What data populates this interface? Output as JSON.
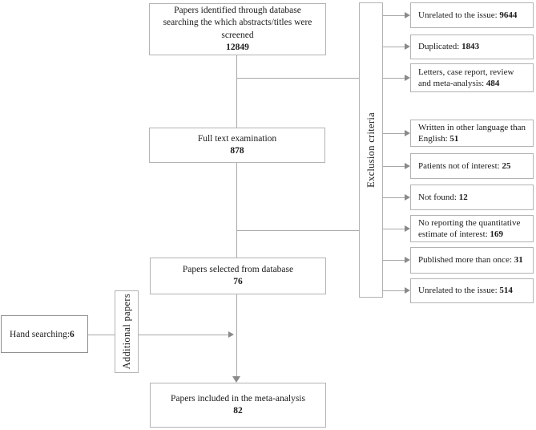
{
  "colors": {
    "bg": "#ffffff",
    "border": "#b3b3b3",
    "border_dark": "#8f8f8f",
    "line": "#a8a8a8",
    "arrow": "#8a8a8a",
    "text": "#1a1a1a"
  },
  "main_flow": [
    {
      "text": "Papers identified through database searching the which abstracts/titles were screened",
      "count": "12849"
    },
    {
      "text": "Full text examination",
      "count": "878"
    },
    {
      "text": "Papers selected from database",
      "count": "76"
    },
    {
      "text": "Papers included in the meta-analysis",
      "count": "82"
    }
  ],
  "hand_search": {
    "text": "Hand searching: ",
    "count": "6"
  },
  "additional_papers_label": "Additional papers",
  "exclusion_label": "Exclusion criteria",
  "exclusion_items": [
    {
      "text": "Unrelated to the issue: ",
      "count": "9644"
    },
    {
      "text": "Duplicated: ",
      "count": "1843"
    },
    {
      "text": "Letters, case report, review and meta-analysis: ",
      "count": "484"
    },
    {
      "text": "Written in other language than English: ",
      "count": "51"
    },
    {
      "text": "Patients not of interest: ",
      "count": "25"
    },
    {
      "text": "Not found: ",
      "count": "12"
    },
    {
      "text": "No reporting the quantitative estimate of interest: ",
      "count": "169"
    },
    {
      "text": "Published more than once: ",
      "count": "31"
    },
    {
      "text": "Unrelated to the issue: ",
      "count": "514"
    }
  ]
}
